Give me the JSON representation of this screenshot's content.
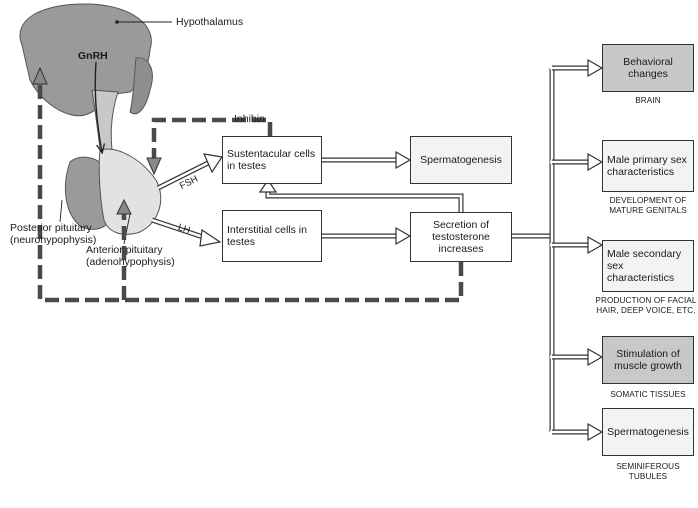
{
  "labels": {
    "hypothalamus": "Hypothalamus",
    "gnrh": "GnRH",
    "inhibin": "Inhibin",
    "fsh": "FSH",
    "lh": "LH",
    "posterior_pituitary": "Posterior pituitary (neurohypophysis)",
    "anterior_pituitary": "Anterior pituitary (adenohypophysis)"
  },
  "boxes": {
    "sustentacular": "Sustentacular cells in testes",
    "interstitial": "Interstitial cells in testes",
    "spermatogenesis_center": "Spermatogenesis",
    "secretion": "Secretion of testosterone increases"
  },
  "targets": [
    {
      "box": "Behavioral changes",
      "caption": "BRAIN",
      "shade": "dark"
    },
    {
      "box": "Male primary sex characteristics",
      "caption": "DEVELOPMENT OF MATURE GENITALS",
      "shade": "light"
    },
    {
      "box": "Male secondary sex characteristics",
      "caption": "PRODUCTION OF FACIAL HAIR, DEEP VOICE, ETC.",
      "shade": "light"
    },
    {
      "box": "Stimulation of muscle growth",
      "caption": "SOMATIC TISSUES",
      "shade": "dark"
    },
    {
      "box": "Spermatogenesis",
      "caption": "SEMINIFEROUS TUBULES",
      "shade": "light"
    }
  ],
  "colors": {
    "dark_gland": "#9a9a9a",
    "light_gland": "#e2e2e2",
    "dashed_path": "#4a4a4a",
    "shaded_box": "#c8c8c8"
  }
}
